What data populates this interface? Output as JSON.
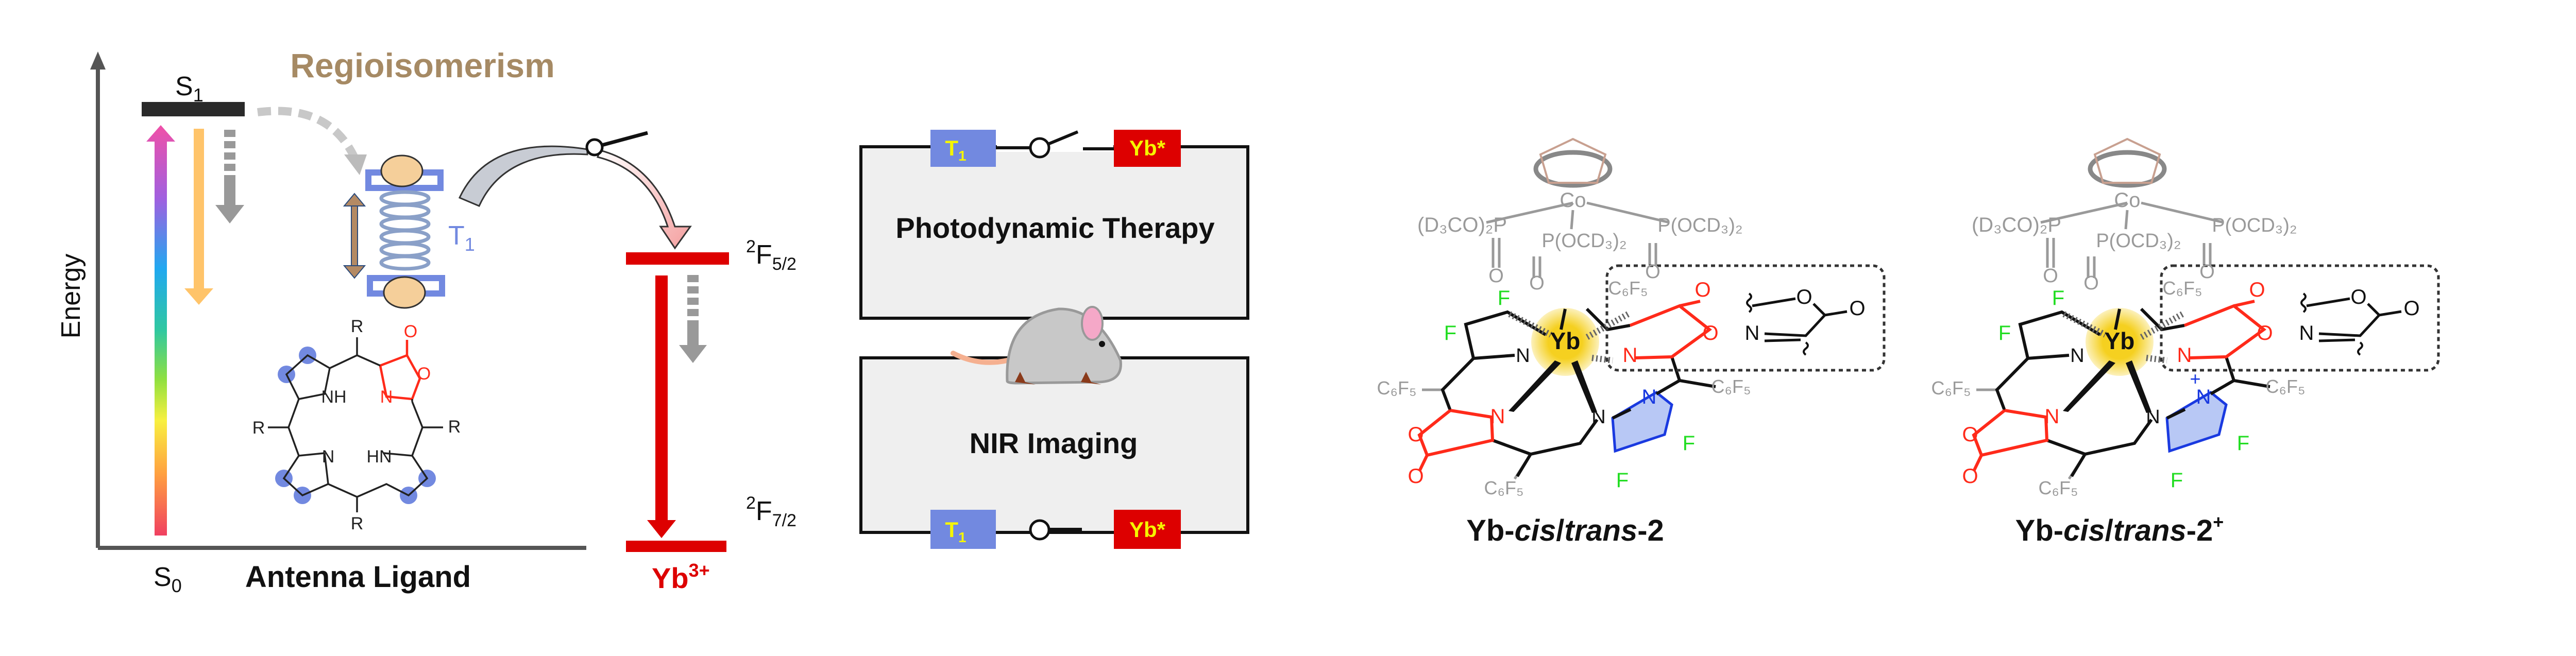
{
  "energy_diagram": {
    "axis_label": "Energy",
    "title": "Regioisomerism",
    "s1": {
      "main": "S",
      "sub": "1"
    },
    "s0": {
      "main": "S",
      "sub": "0"
    },
    "t1": {
      "main": "T",
      "sub": "1"
    },
    "ligand_label": "Antenna Ligand",
    "ion": {
      "main": "Yb",
      "sup": "3+"
    },
    "level_upper": {
      "sup": "2",
      "main": "F",
      "sub": "5/2"
    },
    "level_lower": {
      "sup": "2",
      "main": "F",
      "sub": "7/2"
    }
  },
  "porphyrin": {
    "substituents": [
      "R",
      "R",
      "R",
      "R"
    ],
    "atoms": [
      "NH",
      "N",
      "N",
      "HN",
      "O",
      "O"
    ]
  },
  "circuits": [
    {
      "label": "Photodynamic Therapy",
      "switch_state": "open",
      "t1": {
        "main": "T",
        "sub": "1"
      },
      "yb": "Yb*"
    },
    {
      "label": "NIR Imaging",
      "switch_state": "closed",
      "t1": {
        "main": "T",
        "sub": "1"
      },
      "yb": "Yb*"
    }
  ],
  "molecule_atoms": [
    "(D₃CO)₂P",
    "Co",
    "P(OCD₃)₂",
    "P(OCD₃)₂",
    "O",
    "O",
    "O",
    "Yb",
    "N",
    "N",
    "N",
    "N",
    "N",
    "C₆F₅",
    "C₆F₅",
    "C₆F₅",
    "C₆F₅",
    "F",
    "F",
    "F",
    "F",
    "O",
    "O",
    "O",
    "O",
    "O",
    "O",
    "N"
  ],
  "molecules": [
    {
      "prefix": "Yb-",
      "cis": "cis",
      "slash": "/",
      "trans": "trans",
      "suffix": "-2",
      "sup": "",
      "charge": ""
    },
    {
      "prefix": "Yb-",
      "cis": "cis",
      "slash": "/",
      "trans": "trans",
      "suffix": "-2",
      "sup": "+",
      "charge": "+"
    }
  ],
  "colors": {
    "title_brown": "#a68a64",
    "t1_blue": "#7289e0",
    "yb_red": "#dd0000",
    "label_yellow": "#f5f500",
    "oxazolone_red": "#ff2a1a",
    "fluorine_green": "#22dd22",
    "ancillary_gray": "#9a9a9a",
    "yb_gold": "#f5d020",
    "circuit_fill": "#efefef"
  }
}
